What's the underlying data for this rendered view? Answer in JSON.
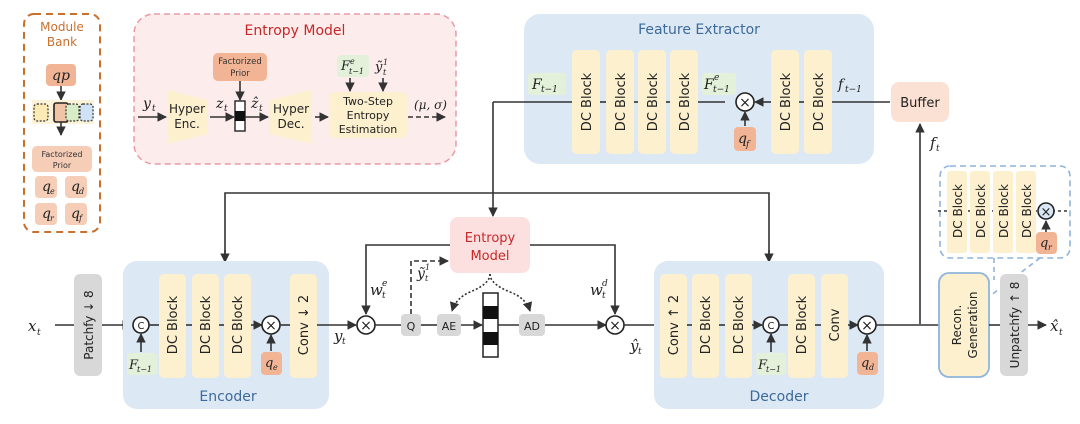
{
  "colors": {
    "module_bank_border": "#c8702e",
    "module_bank_text": "#c8702e",
    "entropy_title": "#c62828",
    "entropy_bg": "#fdecec",
    "entropy_border": "#e89aa5",
    "section_bg": "#dde8f5",
    "section_title": "#3d6a9a",
    "dc_block": "#fdf0cf",
    "q_param": "#f1b596",
    "green_label": "#e3f0da",
    "grey_block": "#d8d8d8",
    "line": "#333333"
  },
  "module_bank": {
    "title_line1": "Module",
    "title_line2": "Bank",
    "qp_label": "qp",
    "factorized_prior_line1": "Factorized",
    "factorized_prior_line2": "Prior",
    "params": [
      "q_e",
      "q_d",
      "q_r",
      "q_f"
    ],
    "param_subs": [
      "e",
      "d",
      "r",
      "f"
    ]
  },
  "entropy_model_detail": {
    "title": "Entropy Model",
    "input_label": "y",
    "input_sub": "t",
    "hyper_enc_line1": "Hyper",
    "hyper_enc_line2": "Enc.",
    "z_label": "z",
    "z_sub": "t",
    "zhat_label": "ẑ",
    "zhat_sub": "t",
    "factorized_prior_line1": "Factorized",
    "factorized_prior_line2": "Prior",
    "hyper_dec_line1": "Hyper",
    "hyper_dec_line2": "Dec.",
    "feature_label": "F",
    "feature_sup": "e",
    "feature_sub": "t−1",
    "ytilde_label": "ỹ",
    "ytilde_sup": "1",
    "ytilde_sub": "t",
    "estimation_line1": "Two-Step",
    "estimation_line2": "Entropy",
    "estimation_line3": "Estimation",
    "output_label": "(μ, σ)"
  },
  "feature_extractor": {
    "title": "Feature Extractor",
    "input_label": "F",
    "input_sub": "t−1",
    "blocks_left": [
      "DC Block",
      "DC Block",
      "DC Block",
      "DC Block"
    ],
    "mid_label": "F",
    "mid_sup": "e",
    "mid_sub": "t−1",
    "q_label": "q",
    "q_sub": "f",
    "blocks_right": [
      "DC Block",
      "DC Block"
    ],
    "right_label": "f",
    "right_sub": "t−1"
  },
  "buffer": {
    "label": "Buffer",
    "ft_label": "f",
    "ft_sub": "t"
  },
  "recon_detail": {
    "blocks": [
      "DC Block",
      "DC Block",
      "DC Block",
      "DC Block"
    ],
    "q_label": "q",
    "q_sub": "r"
  },
  "main_pipeline": {
    "input_label": "x",
    "input_sub": "t",
    "patchify": "Patchfy ↓ 8",
    "concat_symbol": "C",
    "multiply_symbol": "×"
  },
  "encoder": {
    "title": "Encoder",
    "f_label": "F",
    "f_sub": "t−1",
    "blocks": [
      "DC Block",
      "DC Block",
      "DC Block"
    ],
    "q_label": "q",
    "q_sub": "e",
    "conv": "Conv ↓ 2",
    "output_label": "y",
    "output_sub": "t"
  },
  "coding": {
    "we_label": "w",
    "we_sup": "e",
    "we_sub": "t",
    "q_box": "Q",
    "ytilde_label": "ỹ",
    "ytilde_sup": "1",
    "ytilde_sub": "t",
    "entropy_line1": "Entropy",
    "entropy_line2": "Model",
    "ae": "AE",
    "ad": "AD",
    "wd_label": "w",
    "wd_sup": "d",
    "wd_sub": "t",
    "yhat_label": "ŷ",
    "yhat_sub": "t"
  },
  "decoder": {
    "title": "Decoder",
    "conv_up": "Conv ↑ 2",
    "blocks_a": [
      "DC Block",
      "DC Block"
    ],
    "f_label": "F",
    "f_sub": "t−1",
    "block_b": "DC Block",
    "conv": "Conv",
    "q_label": "q",
    "q_sub": "d"
  },
  "output": {
    "recon_line1": "Recon.",
    "recon_line2": "Generation",
    "unpatchify": "Unpatchfy ↑ 8",
    "output_label": "x̂",
    "output_sub": "t"
  }
}
